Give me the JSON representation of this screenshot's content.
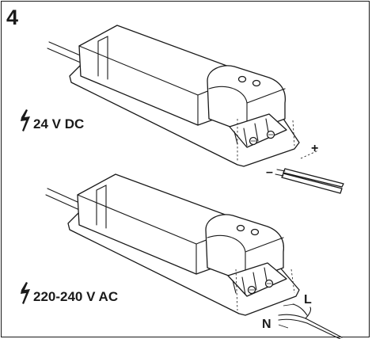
{
  "step_number": "4",
  "dc_unit": {
    "voltage_label": "24 V DC",
    "plus_label": "+",
    "minus_label": "–",
    "icon": "lightning-bolt-icon"
  },
  "ac_unit": {
    "voltage_label": "220-240 V AC",
    "live_label": "L",
    "neutral_label": "N",
    "icon": "lightning-bolt-icon"
  },
  "line_color": "#1a1a1a",
  "background_color": "#ffffff"
}
